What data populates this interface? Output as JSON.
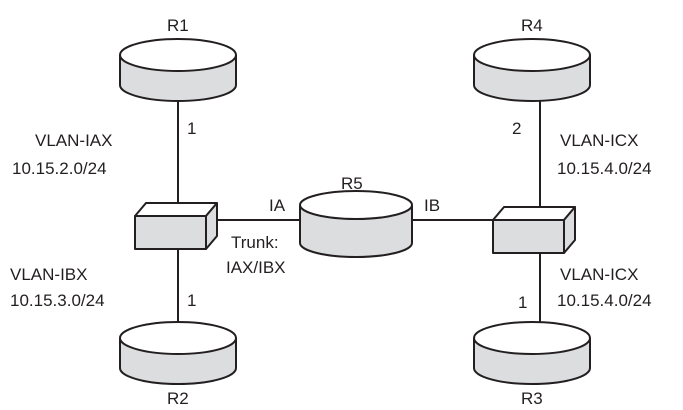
{
  "routers": {
    "r1": {
      "name": "R1"
    },
    "r2": {
      "name": "R2"
    },
    "r3": {
      "name": "R3"
    },
    "r4": {
      "name": "R4"
    },
    "r5": {
      "name": "R5"
    }
  },
  "ports": {
    "r1_port": "1",
    "r2_port": "1",
    "r3_port": "1",
    "r4_port": "2",
    "r5_left": "IA",
    "r5_right": "IB"
  },
  "vlans": {
    "iax": {
      "name": "VLAN-IAX",
      "subnet": "10.15.2.0/24"
    },
    "ibx": {
      "name": "VLAN-IBX",
      "subnet": "10.15.3.0/24"
    },
    "icx_top": {
      "name": "VLAN-ICX",
      "subnet": "10.15.4.0/24"
    },
    "icx_bottom": {
      "name": "VLAN-ICX",
      "subnet": "10.15.4.0/24"
    }
  },
  "trunk": {
    "line1": "Trunk:",
    "line2": "IAX/IBX"
  },
  "colors": {
    "stroke": "#231f20",
    "body": "#dcdddf",
    "top": "#ffffff"
  }
}
